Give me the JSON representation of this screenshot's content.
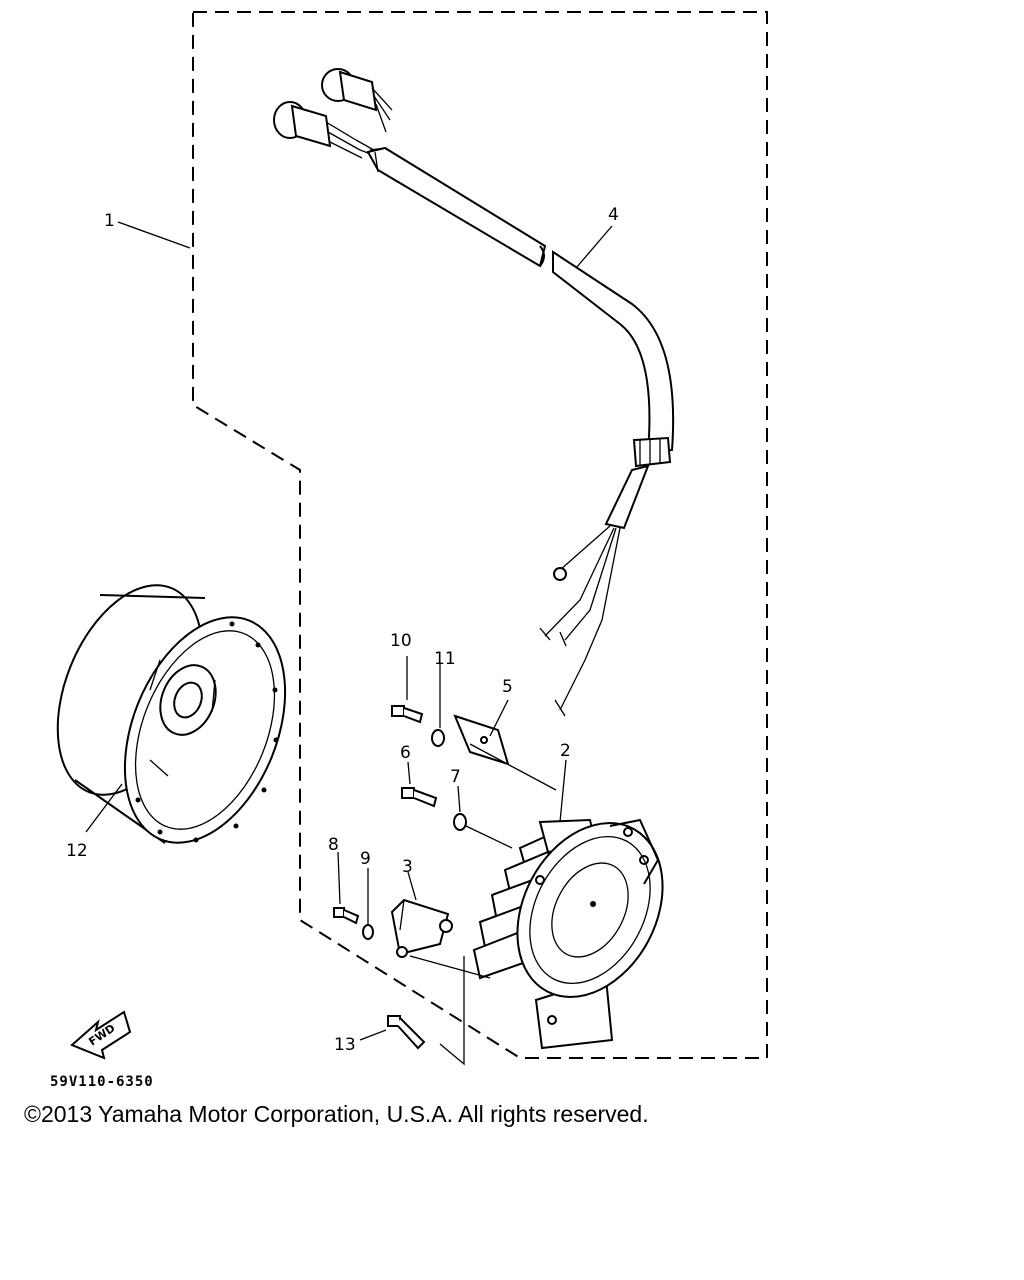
{
  "diagram": {
    "callouts": {
      "c1": "1",
      "c2": "2",
      "c3": "3",
      "c4": "4",
      "c5": "5",
      "c6": "6",
      "c7": "7",
      "c8": "8",
      "c9": "9",
      "c10": "10",
      "c11": "11",
      "c12": "12",
      "c13": "13"
    },
    "fwd_label": "FWD",
    "drawing_code": "59V110-6350",
    "copyright": "©2013 Yamaha Motor Corporation, U.S.A. All rights reserved."
  }
}
